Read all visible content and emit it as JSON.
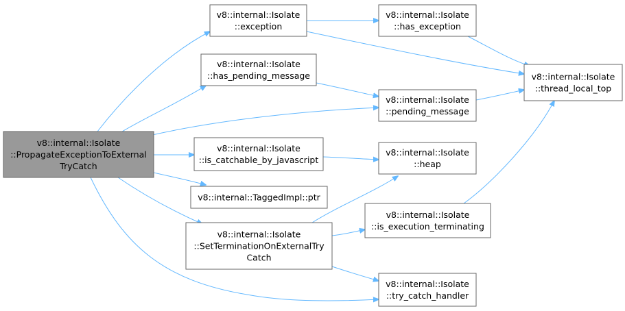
{
  "graph": {
    "nodes": [
      {
        "id": "propagate",
        "name": "node-propagate-exception-to-external-try-catch",
        "root": true,
        "lines": [
          "v8::internal::Isolate",
          "::PropagateExceptionToExternal",
          "TryCatch"
        ]
      },
      {
        "id": "exception",
        "name": "node-exception",
        "lines": [
          "v8::internal::Isolate",
          "::exception"
        ]
      },
      {
        "id": "has_exception",
        "name": "node-has-exception",
        "lines": [
          "v8::internal::Isolate",
          "::has_exception"
        ]
      },
      {
        "id": "has_pending_message",
        "name": "node-has-pending-message",
        "lines": [
          "v8::internal::Isolate",
          "::has_pending_message"
        ]
      },
      {
        "id": "pending_message",
        "name": "node-pending-message",
        "lines": [
          "v8::internal::Isolate",
          "::pending_message"
        ]
      },
      {
        "id": "thread_local_top",
        "name": "node-thread-local-top",
        "lines": [
          "v8::internal::Isolate",
          "::thread_local_top"
        ]
      },
      {
        "id": "is_catchable",
        "name": "node-is-catchable-by-javascript",
        "lines": [
          "v8::internal::Isolate",
          "::is_catchable_by_javascript"
        ]
      },
      {
        "id": "heap",
        "name": "node-heap",
        "lines": [
          "v8::internal::Isolate",
          "::heap"
        ]
      },
      {
        "id": "ptr",
        "name": "node-tagged-impl-ptr",
        "lines": [
          "v8::internal::TaggedImpl::ptr"
        ]
      },
      {
        "id": "set_termination",
        "name": "node-set-termination-on-external-try-catch",
        "lines": [
          "v8::internal::Isolate",
          "::SetTerminationOnExternalTry",
          "Catch"
        ]
      },
      {
        "id": "is_exec_term",
        "name": "node-is-execution-terminating",
        "lines": [
          "v8::internal::Isolate",
          "::is_execution_terminating"
        ]
      },
      {
        "id": "try_catch_handler",
        "name": "node-try-catch-handler",
        "lines": [
          "v8::internal::Isolate",
          "::try_catch_handler"
        ]
      }
    ],
    "edges": [
      {
        "from": "propagate",
        "to": "exception"
      },
      {
        "from": "propagate",
        "to": "has_pending_message"
      },
      {
        "from": "propagate",
        "to": "pending_message"
      },
      {
        "from": "propagate",
        "to": "is_catchable"
      },
      {
        "from": "propagate",
        "to": "ptr"
      },
      {
        "from": "propagate",
        "to": "set_termination"
      },
      {
        "from": "propagate",
        "to": "try_catch_handler"
      },
      {
        "from": "exception",
        "to": "has_exception"
      },
      {
        "from": "exception",
        "to": "thread_local_top"
      },
      {
        "from": "has_exception",
        "to": "thread_local_top"
      },
      {
        "from": "has_pending_message",
        "to": "pending_message"
      },
      {
        "from": "pending_message",
        "to": "thread_local_top"
      },
      {
        "from": "is_catchable",
        "to": "heap"
      },
      {
        "from": "set_termination",
        "to": "heap"
      },
      {
        "from": "set_termination",
        "to": "is_exec_term"
      },
      {
        "from": "set_termination",
        "to": "try_catch_handler"
      },
      {
        "from": "is_exec_term",
        "to": "thread_local_top"
      }
    ]
  }
}
